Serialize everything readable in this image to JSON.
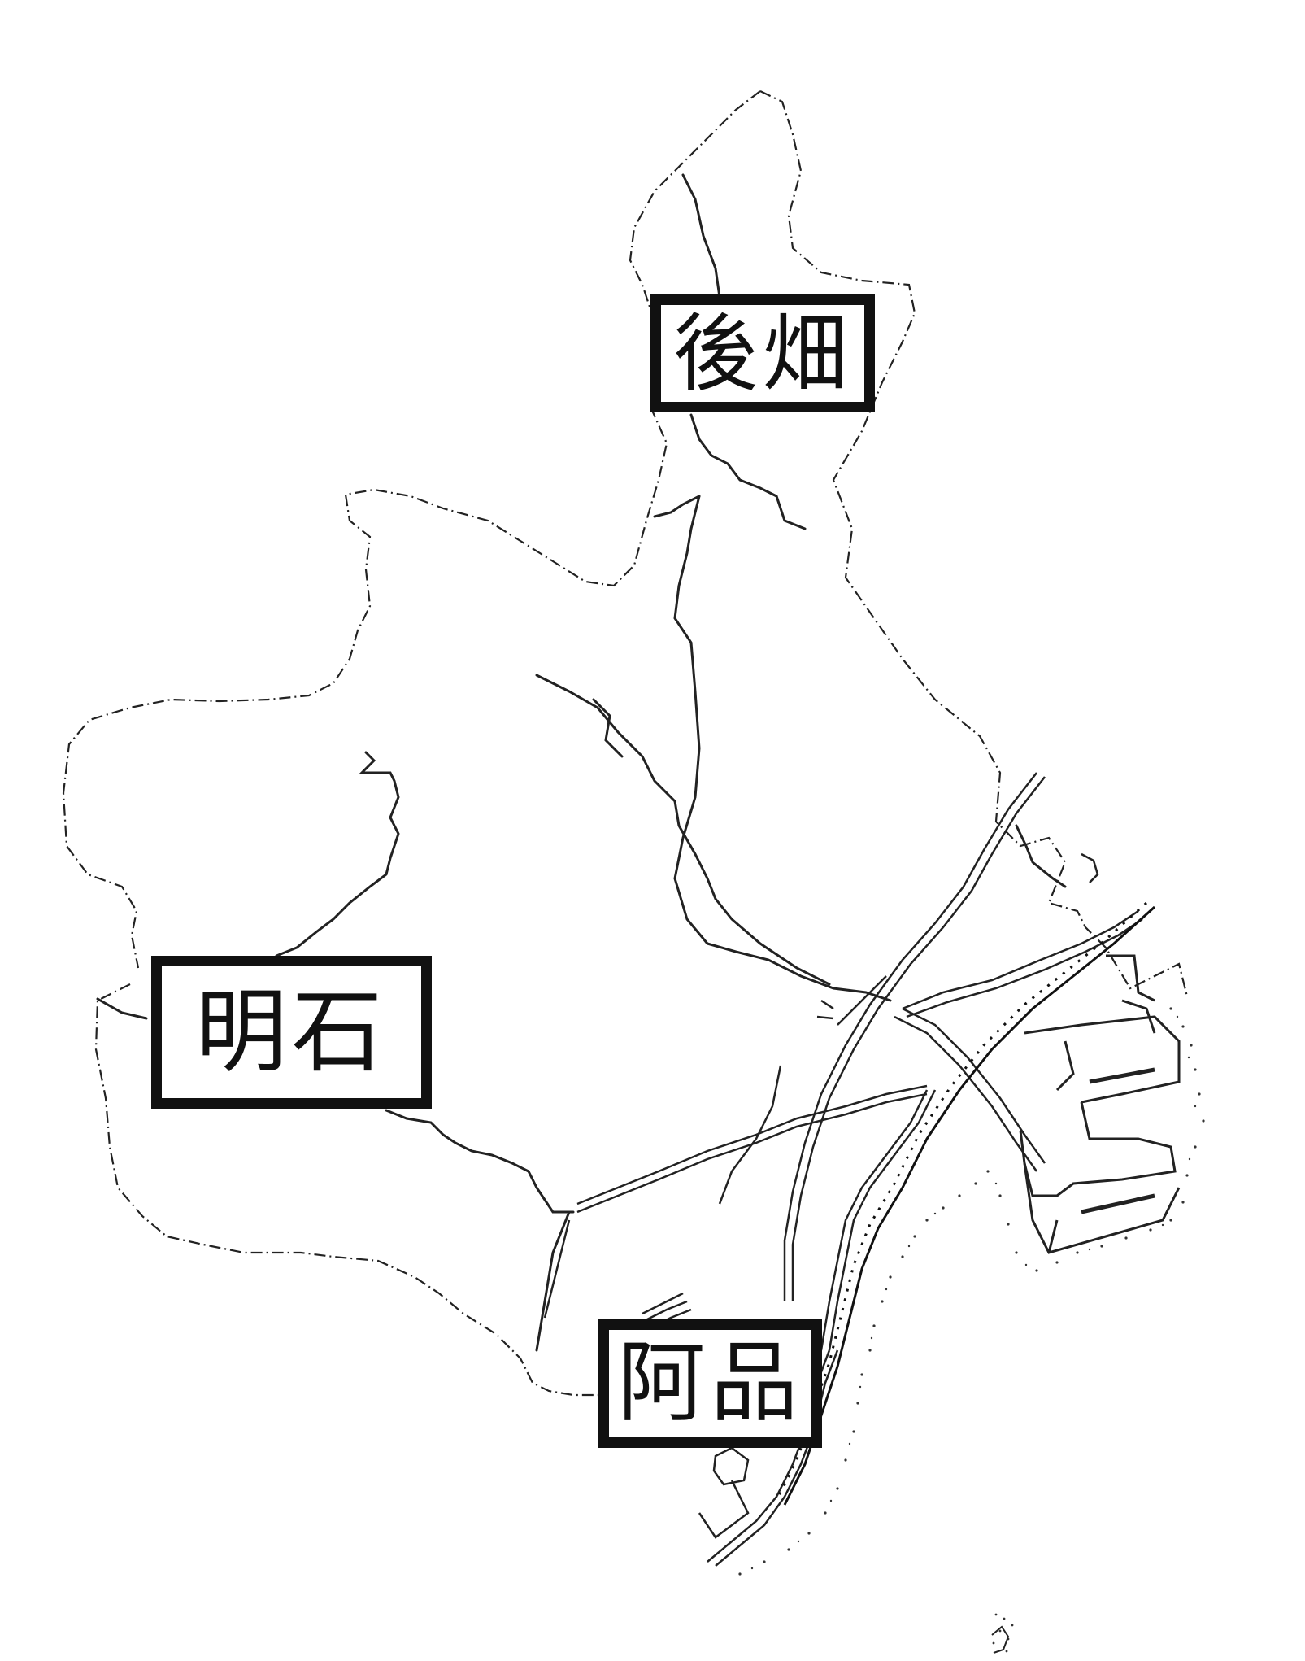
{
  "map": {
    "labels": {
      "ushirohata": "後畑",
      "akashi": "明石",
      "ajina": "阿品"
    },
    "colors": {
      "ink": "#111111",
      "paper": "#ffffff"
    },
    "legend": "none"
  }
}
